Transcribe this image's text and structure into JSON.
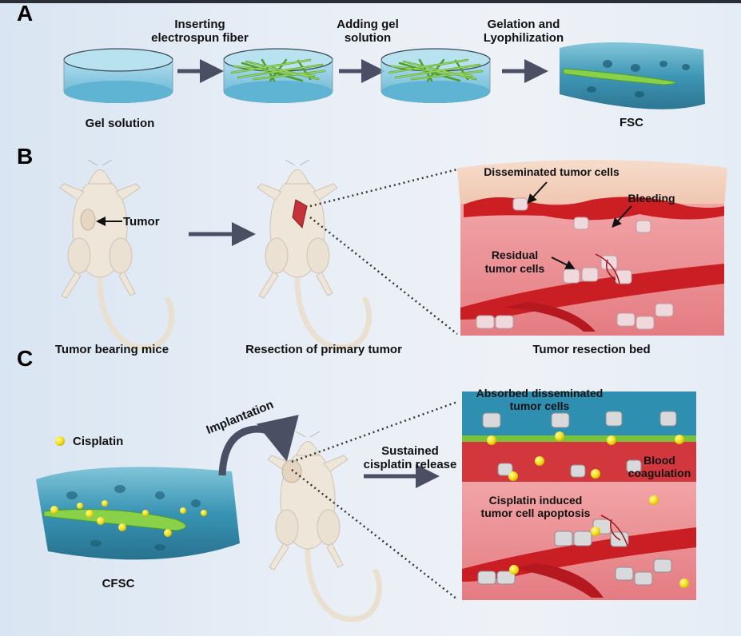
{
  "figure": {
    "panels": [
      {
        "letter": "A",
        "steps": [
          {
            "top_label": "",
            "bottom_label": "Gel solution"
          },
          {
            "top_label": "Inserting\nelectrospun fiber",
            "bottom_label": ""
          },
          {
            "top_label": "Adding gel\nsolution",
            "bottom_label": ""
          },
          {
            "top_label": "Gelation and\nLyophilization",
            "bottom_label": "FSC"
          }
        ]
      },
      {
        "letter": "B",
        "tumor_label": "Tumor",
        "captions": [
          "Tumor bearing mice",
          "Resection of primary tumor",
          "Tumor resection bed"
        ],
        "inset_labels": {
          "disseminated": "Disseminated tumor cells",
          "bleeding": "Bleeding",
          "residual": "Residual\ntumor cells"
        }
      },
      {
        "letter": "C",
        "legend": {
          "cisplatin": "Cisplatin"
        },
        "scaffold_label": "CFSC",
        "implantation_label": "Implantation",
        "release_label": "Sustained\ncisplatin release",
        "inset_labels": {
          "absorbed": "Absorbed disseminated\ntumor cells",
          "coagulation": "Blood\ncoagulation",
          "apoptosis": "Cisplatin induced\ntumor cell apoptosis"
        }
      }
    ]
  },
  "colors": {
    "arrow": "#4a4f63",
    "gel": "#7cc7e0",
    "fiber": "#6fbf3a",
    "scaffold": "#2f8fb0",
    "tissue": "#e98a8f",
    "blood": "#cc1f24",
    "skin": "#f3d3c0",
    "mouse": "#efe6da",
    "cisplatin": "#f3e01e",
    "cell": "#c9c9cc"
  }
}
